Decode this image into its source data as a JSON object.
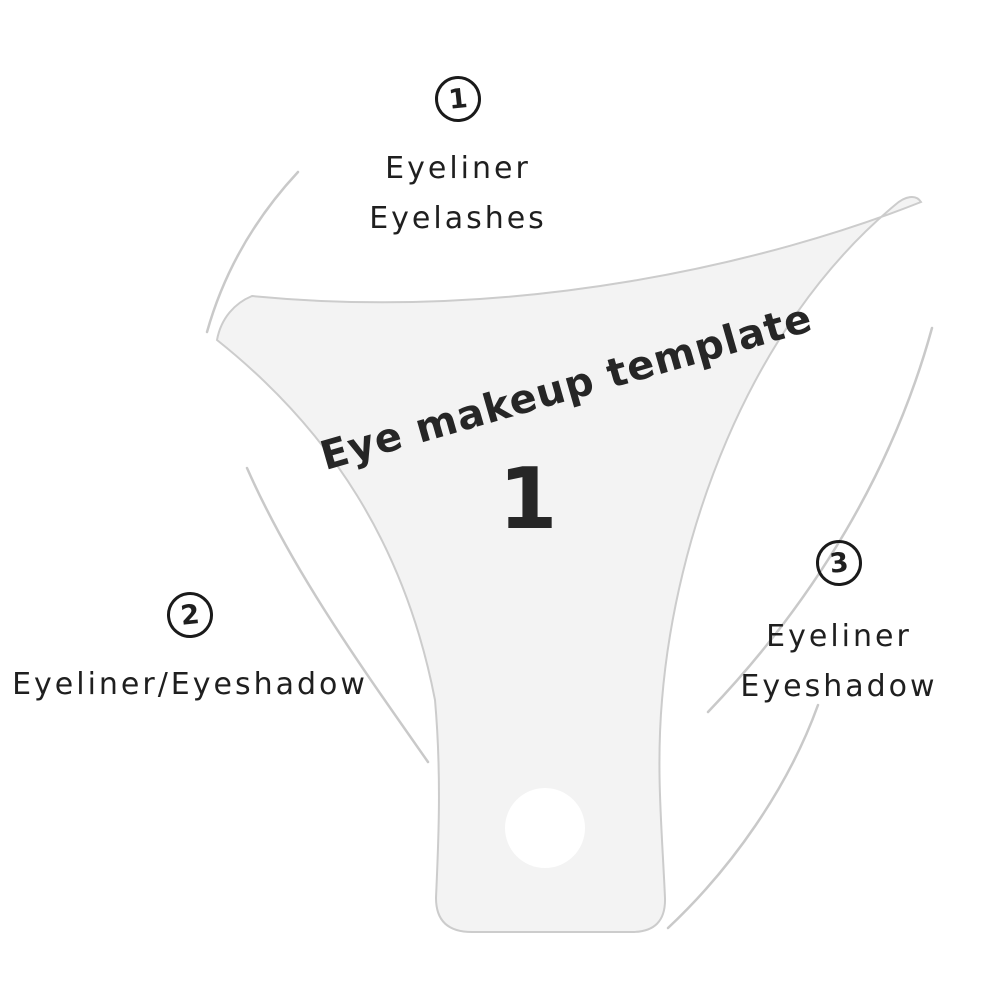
{
  "page": {
    "background_color": "#ffffff"
  },
  "template": {
    "title": "Eye makeup template",
    "number": "1",
    "fill_color": "#f3f3f3",
    "outline_color": "#c9c9c9",
    "text_color": "#262626",
    "hole_color": "#ffffff"
  },
  "annotations": [
    {
      "number": "1",
      "lines": [
        "Eyeliner",
        "Eyelashes"
      ]
    },
    {
      "number": "2",
      "lines": [
        "Eyeliner/Eyeshadow"
      ]
    },
    {
      "number": "3",
      "lines": [
        "Eyeliner",
        "Eyeshadow"
      ]
    }
  ]
}
